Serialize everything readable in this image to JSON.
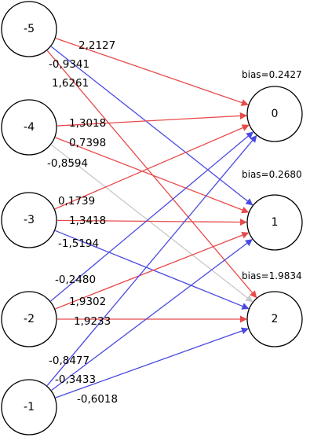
{
  "colors": {
    "positive": "#e84a4a",
    "negative": "#4a4ae0",
    "neutral": "#c8c8c8"
  },
  "inputs": [
    {
      "id": "in0",
      "label": "-5"
    },
    {
      "id": "in1",
      "label": "-4"
    },
    {
      "id": "in2",
      "label": "-3"
    },
    {
      "id": "in3",
      "label": "-2"
    },
    {
      "id": "in4",
      "label": "-1"
    }
  ],
  "outputs": [
    {
      "id": "out0",
      "label": "0",
      "bias": "bias=0.2427"
    },
    {
      "id": "out1",
      "label": "1",
      "bias": "bias=0.2680"
    },
    {
      "id": "out2",
      "label": "2",
      "bias": "bias=1.9834"
    }
  ],
  "edges": [
    {
      "from": 0,
      "to": 0,
      "weight": "2,2127",
      "sign": "positive"
    },
    {
      "from": 0,
      "to": 1,
      "weight": "-0,9341",
      "sign": "negative"
    },
    {
      "from": 0,
      "to": 2,
      "weight": "1,6261",
      "sign": "positive"
    },
    {
      "from": 1,
      "to": 0,
      "weight": "1,3018",
      "sign": "positive"
    },
    {
      "from": 1,
      "to": 1,
      "weight": "0,7398",
      "sign": "positive"
    },
    {
      "from": 1,
      "to": 2,
      "weight": "-0,8594",
      "sign": "neutral"
    },
    {
      "from": 2,
      "to": 0,
      "weight": "0,1739",
      "sign": "positive"
    },
    {
      "from": 2,
      "to": 1,
      "weight": "1,3418",
      "sign": "positive"
    },
    {
      "from": 2,
      "to": 2,
      "weight": "-1,5194",
      "sign": "negative"
    },
    {
      "from": 3,
      "to": 0,
      "weight": "-0,2480",
      "sign": "negative"
    },
    {
      "from": 3,
      "to": 1,
      "weight": "1,9302",
      "sign": "positive"
    },
    {
      "from": 3,
      "to": 2,
      "weight": "1,9233",
      "sign": "positive"
    },
    {
      "from": 4,
      "to": 0,
      "weight": "-0,8477",
      "sign": "negative"
    },
    {
      "from": 4,
      "to": 1,
      "weight": "-0,3433",
      "sign": "negative"
    },
    {
      "from": 4,
      "to": 2,
      "weight": "-0,6018",
      "sign": "negative"
    }
  ]
}
